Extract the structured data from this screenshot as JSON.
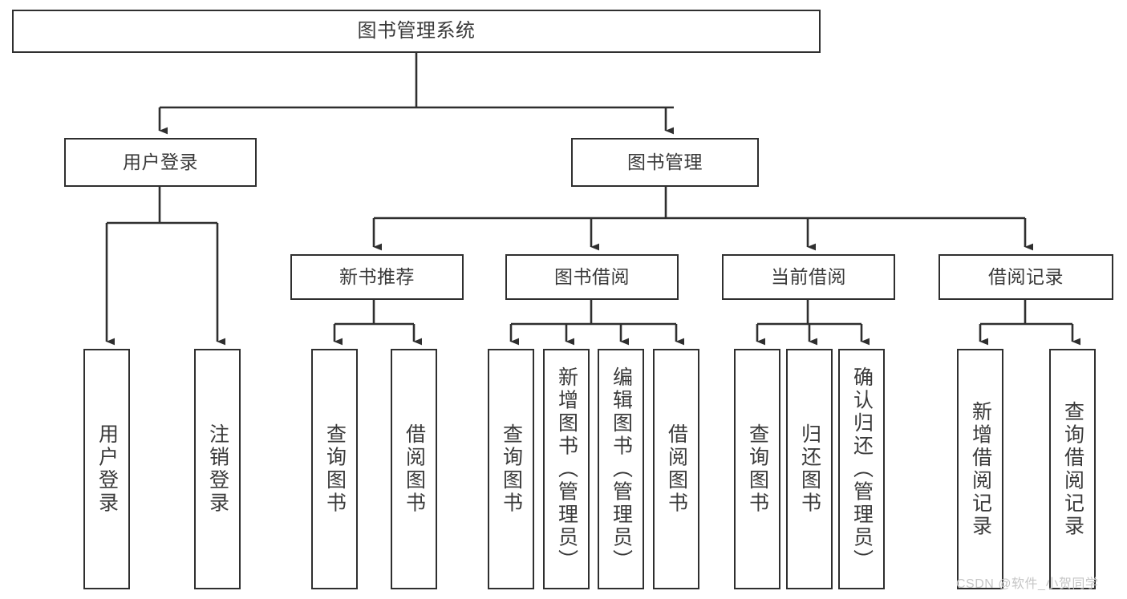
{
  "diagram": {
    "title": "图书管理系统",
    "watermark": "CSDN @软件_小贺同学",
    "line_color": "#2f2f2f",
    "text_color": "#3a3a3a",
    "background_color": "#ffffff",
    "watermark_color": "#c6c6c6"
  },
  "nodes": {
    "root": {
      "label": "图书管理系统"
    },
    "level2": [
      {
        "label": "用户登录"
      },
      {
        "label": "图书管理"
      }
    ],
    "level3": [
      {
        "label": "新书推荐"
      },
      {
        "label": "图书借阅"
      },
      {
        "label": "当前借阅"
      },
      {
        "label": "借阅记录"
      }
    ],
    "leaves": {
      "user_login": [
        {
          "label": "用户登录"
        },
        {
          "label": "注销登录"
        }
      ],
      "new_book": [
        {
          "label": "查询图书"
        },
        {
          "label": "借阅图书"
        }
      ],
      "book_borrow": [
        {
          "label": "查询图书"
        },
        {
          "label": "新增图书（管理员）"
        },
        {
          "label": "编辑图书（管理员）"
        },
        {
          "label": "借阅图书"
        }
      ],
      "current_borrow": [
        {
          "label": "查询图书"
        },
        {
          "label": "归还图书"
        },
        {
          "label": "确认归还（管理员）"
        }
      ],
      "borrow_record": [
        {
          "label": "新增借阅记录"
        },
        {
          "label": "查询借阅记录"
        }
      ]
    }
  }
}
